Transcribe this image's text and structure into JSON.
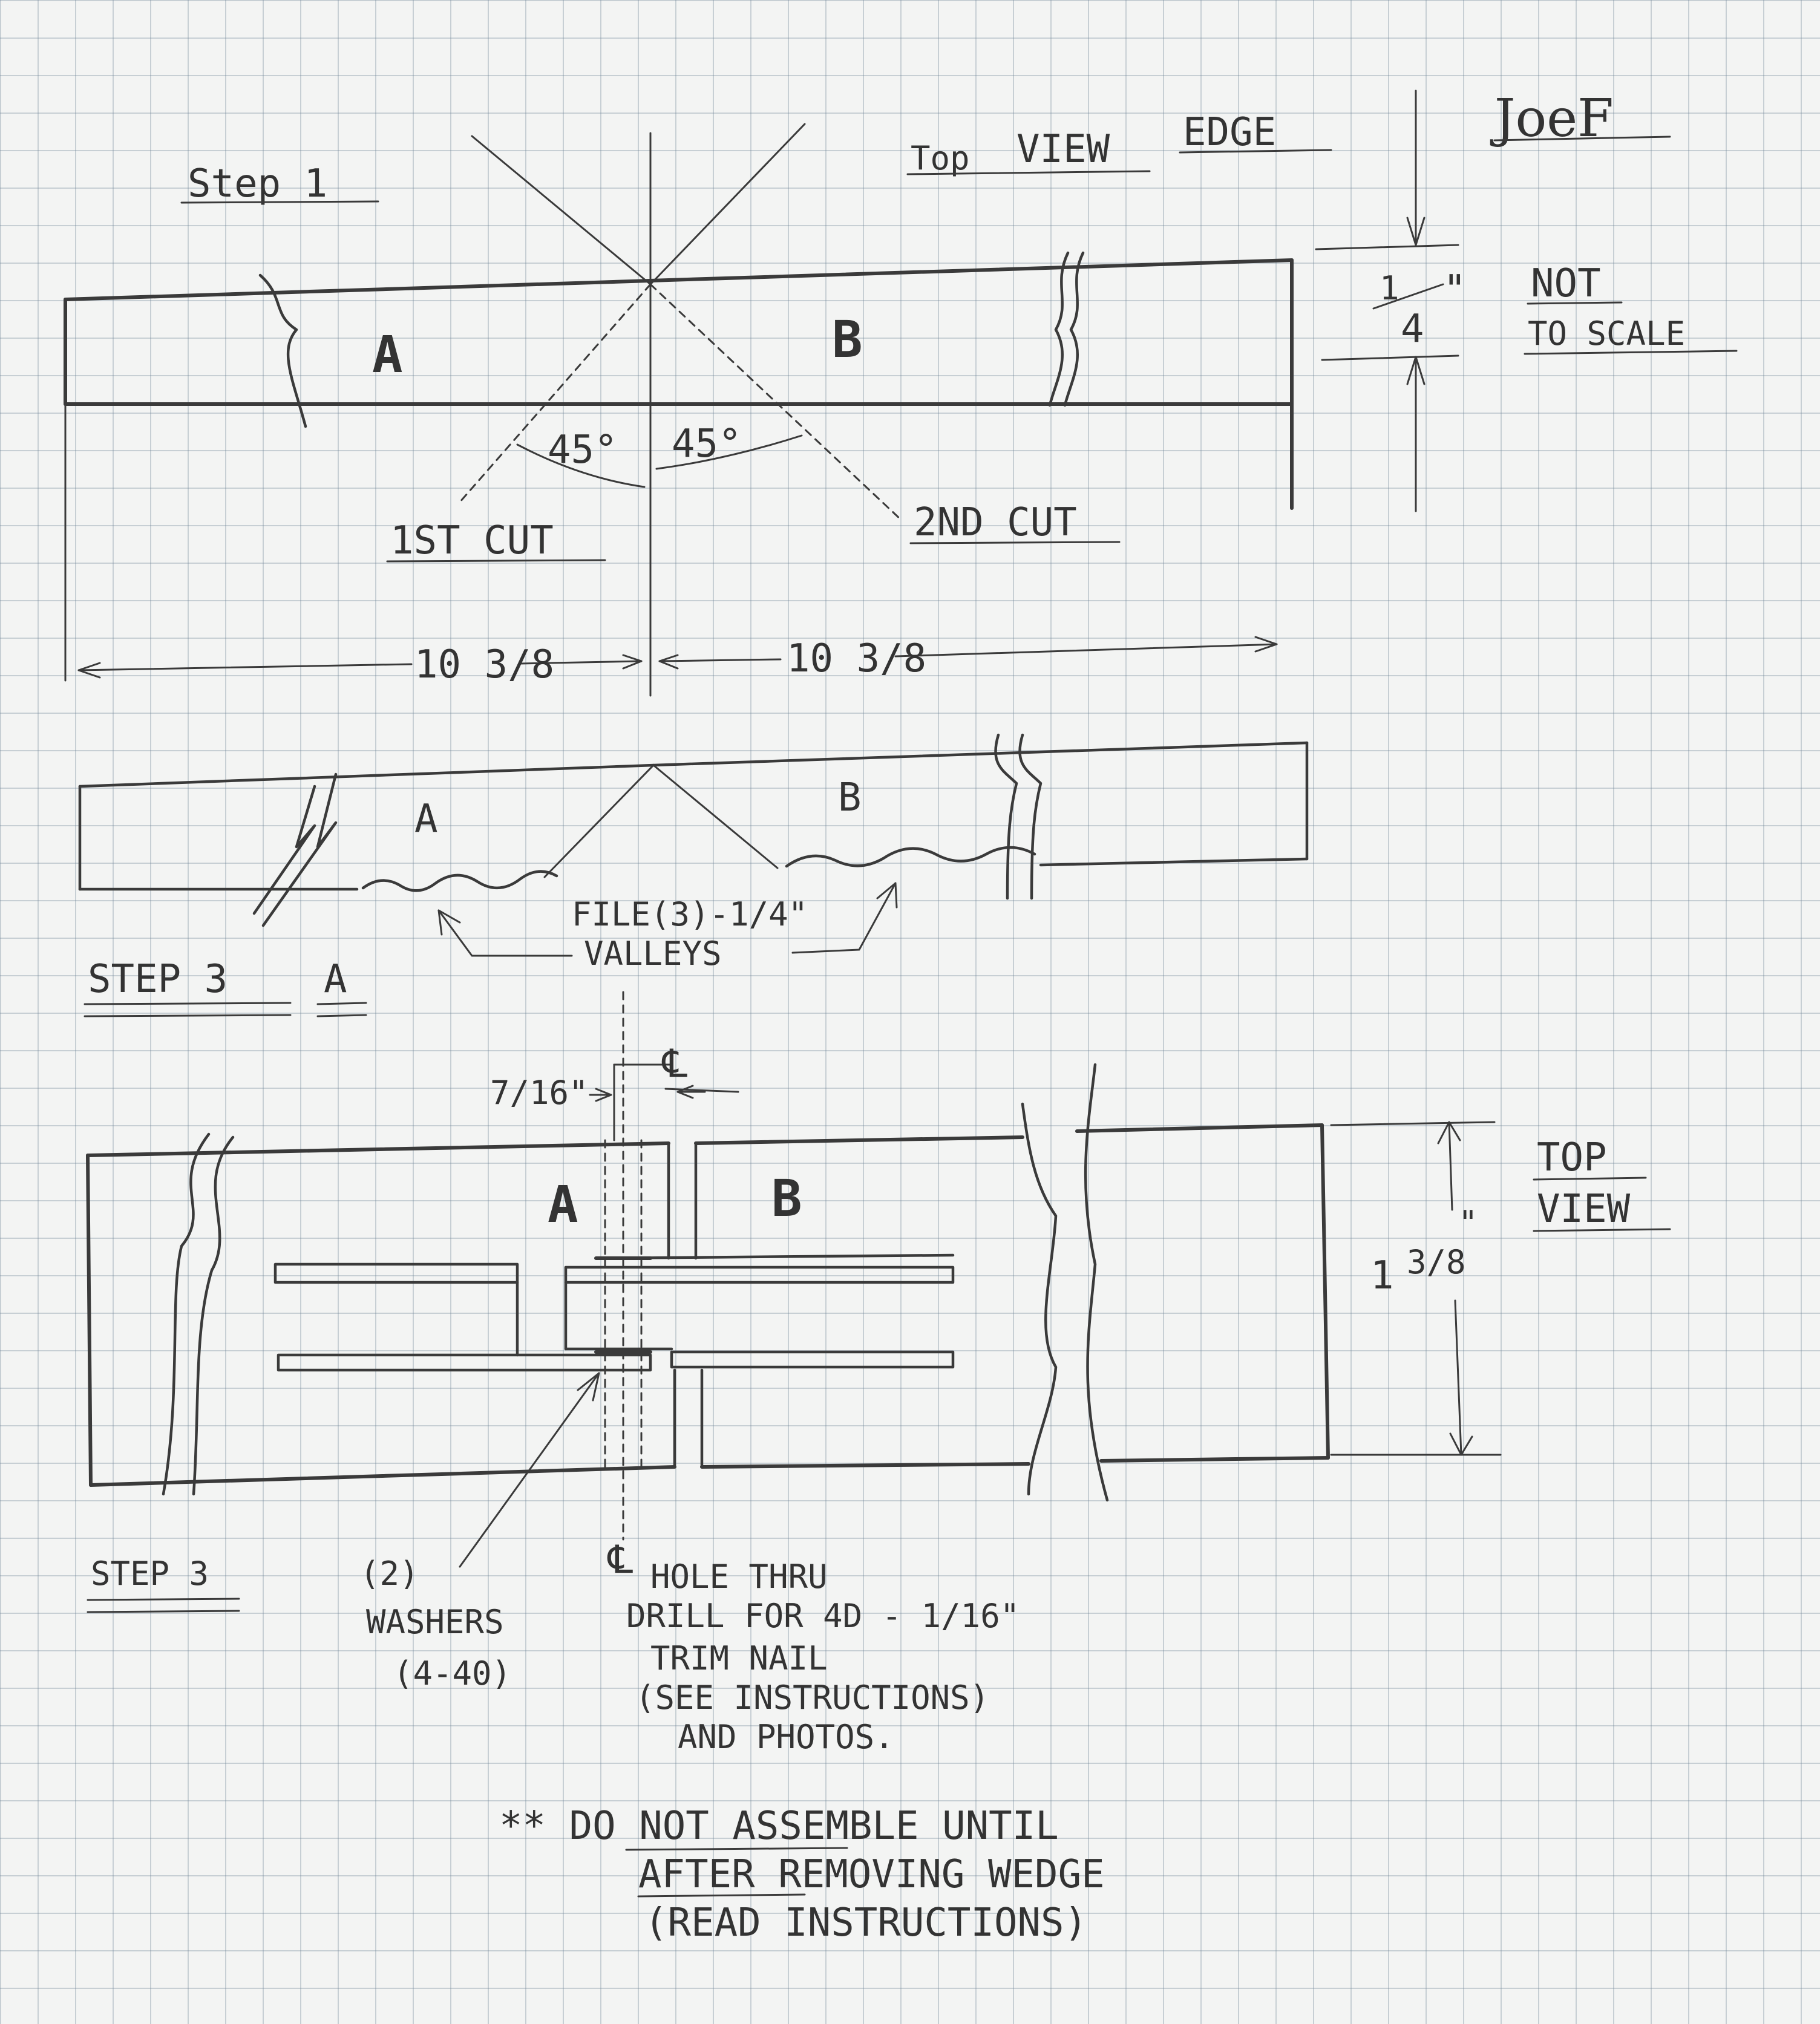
{
  "labels": {
    "signature": "JoeF",
    "step1": "Step 1",
    "top_view_edge_1": "Top",
    "top_view_edge_2": "VIEW",
    "top_view_edge_3": "EDGE",
    "part_a": "A",
    "part_b": "B",
    "thickness_num": "1",
    "thickness_den": "4",
    "thickness_unit": "\"",
    "not_to_scale_1": "NOT",
    "not_to_scale_2": "TO SCALE",
    "angle_left": "45°",
    "angle_right": "45°",
    "first_cut": "1ST CUT",
    "second_cut": "2ND CUT",
    "dim_left": "10 3/8",
    "dim_right": "10 3/8",
    "file_note_1": "FILE(3)-1/4\"",
    "file_note_2": "VALLEYS",
    "step3a_1": "STEP 3",
    "step3a_2": "A",
    "seven_sixteenths": "7/16\"",
    "centerline": "℄",
    "top_view_1": "TOP",
    "top_view_2": "VIEW",
    "width_dim_1": "1",
    "width_dim_2": "3/8",
    "width_unit": "\"",
    "step3": "STEP 3",
    "washers_1": "(2)",
    "washers_2": "WASHERS",
    "washers_3": "(4-40)",
    "hole_1": "HOLE THRU",
    "hole_2": "DRILL FOR 4D - 1/16\"",
    "hole_3": "TRIM NAIL",
    "hole_4": "(SEE INSTRUCTIONS)",
    "hole_5": "AND PHOTOS.",
    "note_1": "** DO NOT ASSEMBLE UNTIL",
    "note_2": "AFTER REMOVING WEDGE",
    "note_3": "(READ INSTRUCTIONS)"
  }
}
